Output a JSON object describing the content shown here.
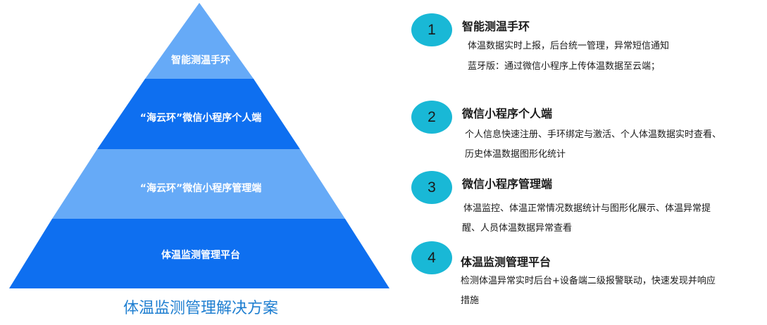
{
  "colors": {
    "layer_light": "#66aaf7",
    "layer_dark": "#0e6ff0",
    "badge": "#19b8d6",
    "caption": "#1f7fd1"
  },
  "pyramid": {
    "layers": [
      {
        "label": "智能测温手环"
      },
      {
        "label": "“海云环”微信小程序个人端"
      },
      {
        "label": "“海云环”微信小程序管理端"
      },
      {
        "label": "体温监测管理平台"
      }
    ],
    "caption": "体温监测管理解决方案"
  },
  "items": [
    {
      "number": "1",
      "title": "智能测温手环",
      "lines": [
        "体温数据实时上报，后台统一管理，异常短信通知",
        "蓝牙版：通过微信小程序上传体温数据至云端；"
      ]
    },
    {
      "number": "2",
      "title": "微信小程序个人端",
      "lines": [
        "个人信息快速注册、手环绑定与激活、个人体温数据实时查看、",
        "历史体温数据图形化统计"
      ]
    },
    {
      "number": "3",
      "title": "微信小程序管理端",
      "lines": [
        "体温监控、体温正常情况数据统计与图形化展示、体温异常提",
        "醒、人员体温数据异常查看"
      ]
    },
    {
      "number": "4",
      "title": "体温监测管理平台",
      "lines": [
        "检测体温异常实时后台+设备端二级报警联动，快速发现并响应",
        "措施"
      ]
    }
  ]
}
